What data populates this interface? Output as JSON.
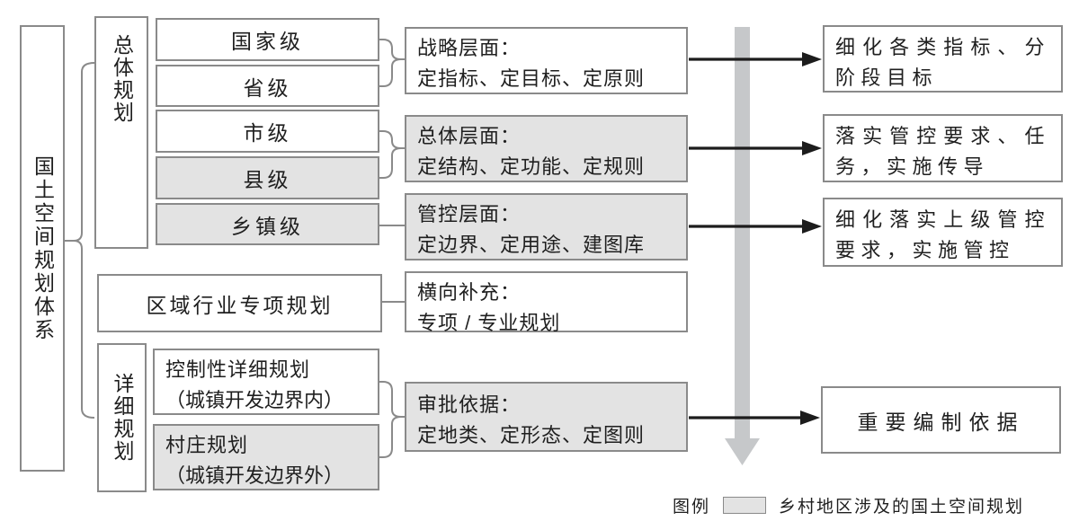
{
  "root": {
    "label": "国土空间规划体系"
  },
  "overall_group": {
    "label": "总体规划",
    "levels": [
      {
        "label": "国家级",
        "highlight": false
      },
      {
        "label": "省级",
        "highlight": false
      },
      {
        "label": "市级",
        "highlight": false
      },
      {
        "label": "县级",
        "highlight": true
      },
      {
        "label": "乡镇级",
        "highlight": true
      }
    ]
  },
  "regional": {
    "label": "区域行业专项规划",
    "highlight": false
  },
  "detailed_group": {
    "label": "详细规划",
    "items": [
      {
        "line1": "控制性详细规划",
        "line2": "（城镇开发边界内）",
        "highlight": false
      },
      {
        "line1": "村庄规划",
        "line2": "（城镇开发边界外）",
        "highlight": true
      }
    ]
  },
  "functions": [
    {
      "title": "战略层面：",
      "detail": "定指标、定目标、定原则",
      "highlight": false
    },
    {
      "title": "总体层面：",
      "detail": "定结构、定功能、定规则",
      "highlight": true
    },
    {
      "title": "管控层面：",
      "detail": "定边界、定用途、建图库",
      "highlight": true
    },
    {
      "title": "横向补充：",
      "detail": "专项 / 专业规划",
      "highlight": false
    },
    {
      "title": "审批依据：",
      "detail": "定地类、定形态、定图则",
      "highlight": true
    }
  ],
  "outcomes": [
    {
      "text": "细化各类指标、分阶段目标"
    },
    {
      "text": "落实管控要求、任务，实施传导"
    },
    {
      "text": "细化落实上级管控要求，实施管控"
    },
    {
      "text": "重要编制依据"
    }
  ],
  "legend": {
    "label": "图例",
    "text": "乡村地区涉及的国土空间规划"
  },
  "colors": {
    "highlight_fill": "#e3e3e3",
    "box_border": "#8a8a8a",
    "connector_gray": "#8a8a8a",
    "arrow_black": "#1c1c1c",
    "flow_arrow_gray": "#c6c8ca",
    "text": "#1f1f1f"
  }
}
